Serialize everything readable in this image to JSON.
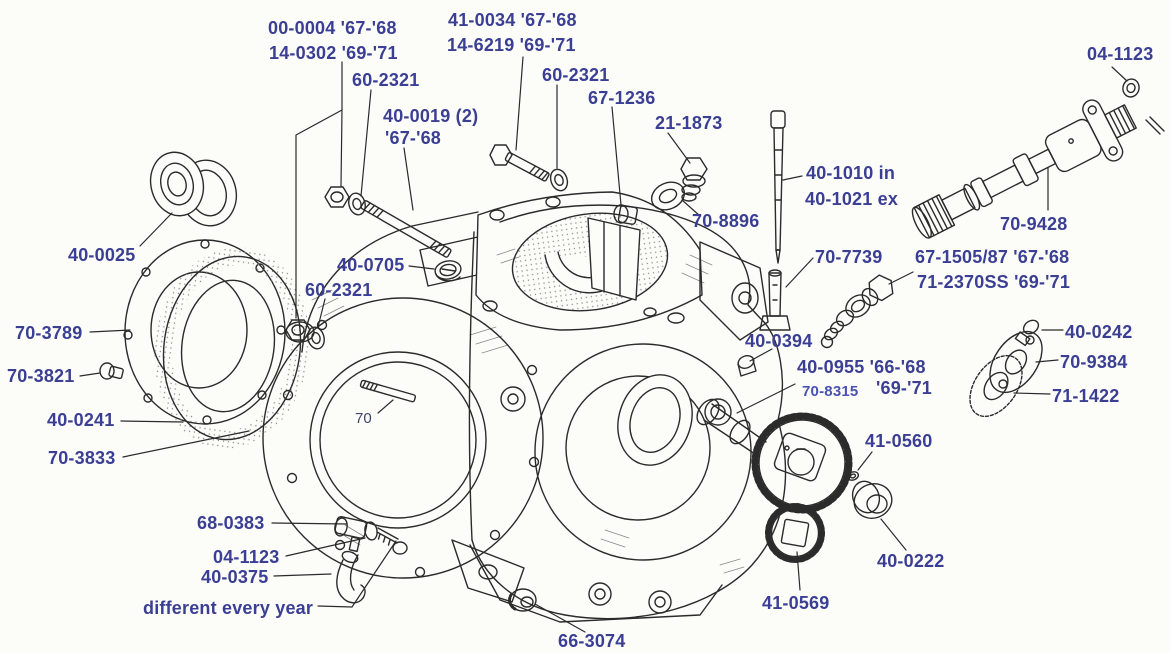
{
  "colors": {
    "label": "#3b3f94",
    "label_light": "#4a51b2",
    "note": "#3f4468",
    "ink": "#2b2b2b",
    "background": "#fcfcf9",
    "leader": "#3a3a3a"
  },
  "labels": [
    "00-0004 '67-'68",
    "14-0302 '69-'71",
    "41-0034 '67-'68",
    "14-6219 '69-'71",
    "60-2321",
    "60-2321",
    "67-1236",
    "40-0019 (2)",
    "'67-'68",
    "21-1873",
    "04-1123",
    "40-1010 in",
    "40-1021 ex",
    "70-8896",
    "70-9428",
    "70-7739",
    "67-1505/87 '67-'68",
    "71-2370SS '69-'71",
    "40-0025",
    "70-3789",
    "70-3821",
    "40-0242",
    "70-9384",
    "40-0394",
    "40-0955 '66-'68",
    "70-8315",
    "'69-'71",
    "71-1422",
    "40-0241",
    "40-0705",
    "60-2321",
    "70-3833",
    "41-0560",
    "68-0383",
    "04-1123",
    "40-0375",
    "different every year",
    "40-0222",
    "41-0569",
    "66-3074",
    "70"
  ]
}
